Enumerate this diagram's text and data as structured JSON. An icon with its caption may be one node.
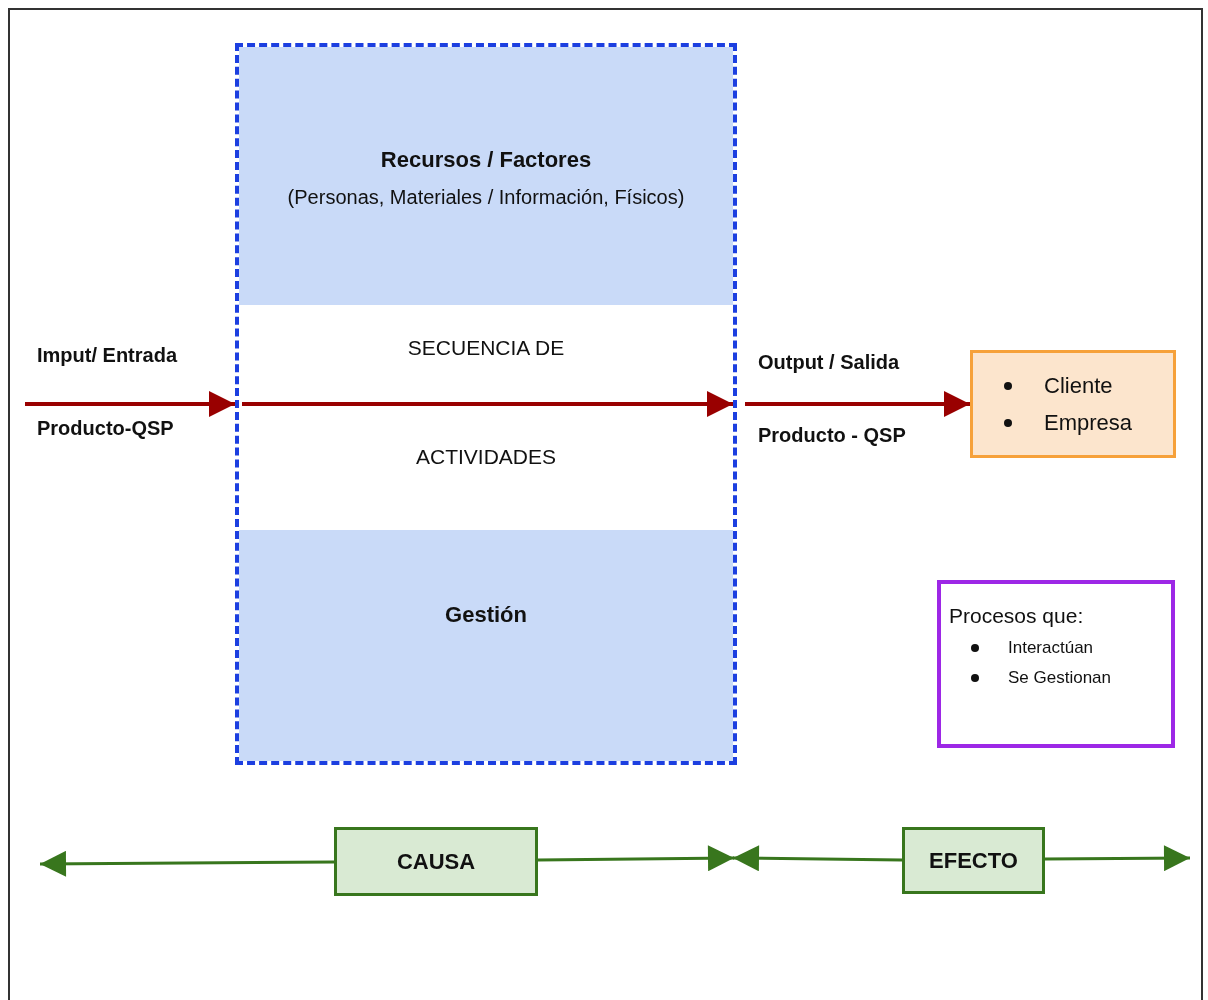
{
  "diagram": {
    "nodes": [
      {
        "text": [],
        "shape": "box"
      },
      {
        "text": [
          "Recursos / Factores",
          "(Personas, Materiales / Información, Físicos)"
        ],
        "in": 0
      },
      {
        "text": [
          "SECUENCIA DE",
          "ACTIVIDADES"
        ],
        "in": 0
      },
      {
        "text": [
          "Gestión"
        ],
        "in": 0
      },
      {
        "text": [
          "Cliente",
          "Empresa"
        ]
      },
      {
        "text": [
          "Procesos que:",
          "Interactúan",
          "Se Gestionan"
        ]
      },
      {
        "text": [
          "CAUSA"
        ]
      },
      {
        "text": [
          "EFECTO"
        ]
      }
    ],
    "edges": [
      {
        "from": null,
        "to": 0,
        "arrow": "to",
        "color": "#990000"
      },
      {
        "from": null,
        "to": 2,
        "arrow": "to",
        "color": "#990000"
      },
      {
        "from": 0,
        "to": 4,
        "arrow": "to",
        "color": "#990000"
      },
      {
        "from": 6,
        "to": null,
        "arrow": "to"
      },
      {
        "from": 6,
        "to": null,
        "arrow": "to"
      },
      {
        "from": 7,
        "to": null,
        "arrow": "to"
      },
      {
        "from": 7,
        "to": null,
        "arrow": "to"
      }
    ],
    "labels": [
      "Imput/ Entrada",
      "Producto-QSP",
      "Output / Salida",
      "Producto - QSP"
    ]
  }
}
